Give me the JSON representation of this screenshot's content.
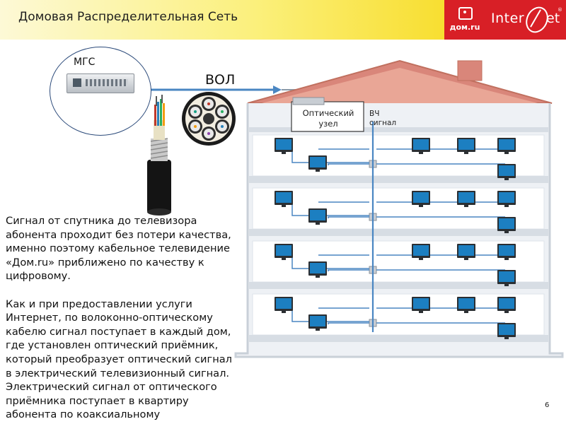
{
  "header": {
    "title": "Домовая Распределительная Сеть",
    "logo_dom_text": "дом.ru",
    "logo_inet_left": "Inter",
    "logo_inet_right": "et",
    "logo_inet_reg": "®"
  },
  "diagram": {
    "mgs_label": "МГС",
    "vol_label": "ВОЛ",
    "optical_node_label": "Оптический узел",
    "hf_signal_label": "ВЧ сигнал"
  },
  "body_text": "Сигнал от спутника до телевизора абонента проходит без потери качества, именно поэтому кабельное телевидение «Дом.ru» приближено по качеству к цифровому.\n\nКак и при предоставлении услуги Интернет, по волоконно-оптическому кабелю сигнал поступает в каждый дом, где установлен оптический приёмник, который преобразует оптический сигнал в электрический телевизионный сигнал.\n Электрический сигнал от оптического приёмника поступает в квартиру абонента по коаксиальному",
  "page_number": "6",
  "colors": {
    "header_gradient_end": "#f6d300",
    "brand_red": "#d81f26",
    "roof": "#d9867a",
    "cable_blue": "#4a86c2",
    "tv_screen": "#1c7fc1"
  }
}
